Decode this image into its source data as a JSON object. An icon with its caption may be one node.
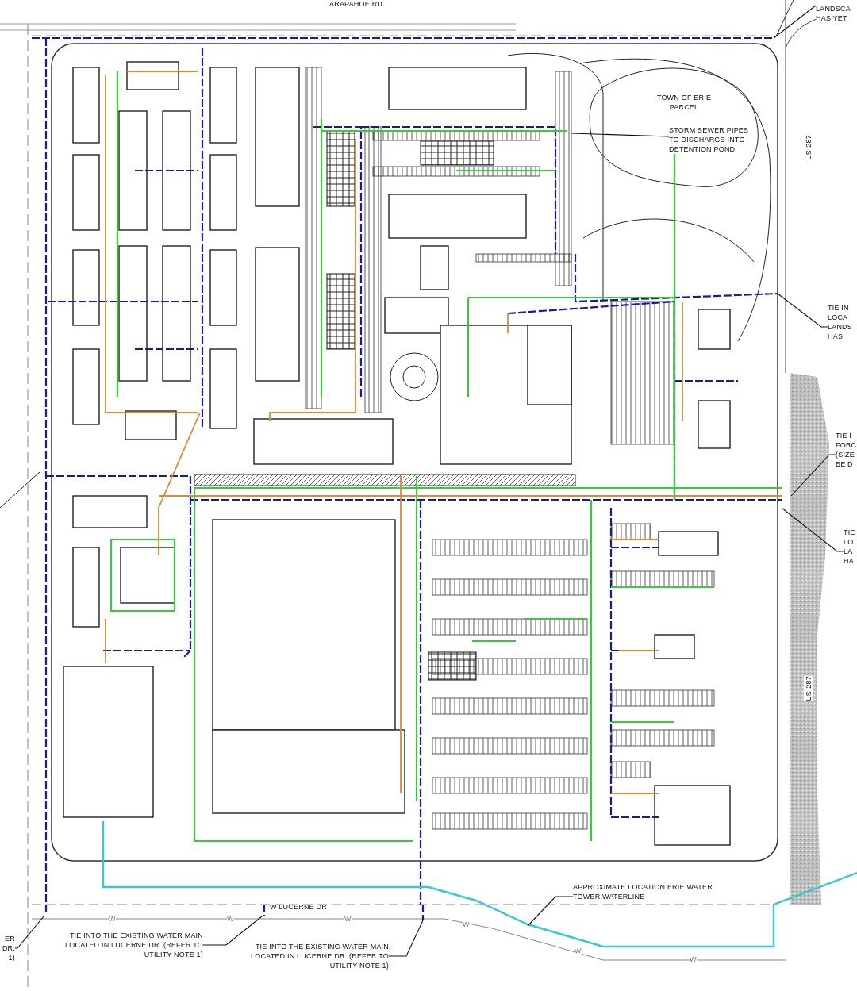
{
  "diagram": {
    "nodes": [
      {
        "text": [
          "LANDSCA HAS YET"
        ]
      },
      {
        "text": [
          "STORM SEWER PIPES TO DISCHARGE INTO DETENTION POND"
        ]
      },
      {
        "text": [
          "TIE IN LOCA LANDS HAS"
        ]
      },
      {
        "text": [
          "TIE I FORC (SIZE BE D"
        ]
      },
      {
        "text": [
          "TIE LO LA HA"
        ]
      },
      {
        "text": [
          "APPROXIMATE LOCATION ERIE WATER TOWER WATERLINE"
        ]
      },
      {
        "text": [
          "ER DR. 1)"
        ]
      },
      {
        "text": [
          "TIE INTO THE EXISTING WATER MAIN LOCATED IN LUCERNE DR. (REFER TO UTILITY NOTE 1)"
        ]
      },
      {
        "text": [
          "TIE INTO THE EXISTING WATER MAIN LOCATED IN LUCERNE DR. (REFER TO UTILITY NOTE 1)"
        ]
      }
    ],
    "edges": [
      {
        "from": 0,
        "to": null,
        "arrow": "none"
      },
      {
        "from": 1,
        "to": null,
        "arrow": "none"
      },
      {
        "from": 2,
        "to": null,
        "arrow": "none"
      },
      {
        "from": 3,
        "to": null,
        "arrow": "none"
      },
      {
        "from": 4,
        "to": null,
        "arrow": "none"
      },
      {
        "from": 5,
        "to": null,
        "arrow": "none"
      },
      {
        "from": 6,
        "to": null,
        "arrow": "none"
      },
      {
        "from": 7,
        "to": null,
        "arrow": "none"
      },
      {
        "from": 8,
        "to": null,
        "arrow": "none"
      }
    ],
    "labels": [
      "ARAPAHOE RD",
      "TOWN OF ERIE PARCEL",
      "US-287",
      "US-287",
      "W LUCERNE DR",
      "W",
      "W",
      "W",
      "W",
      "W",
      "W"
    ]
  }
}
